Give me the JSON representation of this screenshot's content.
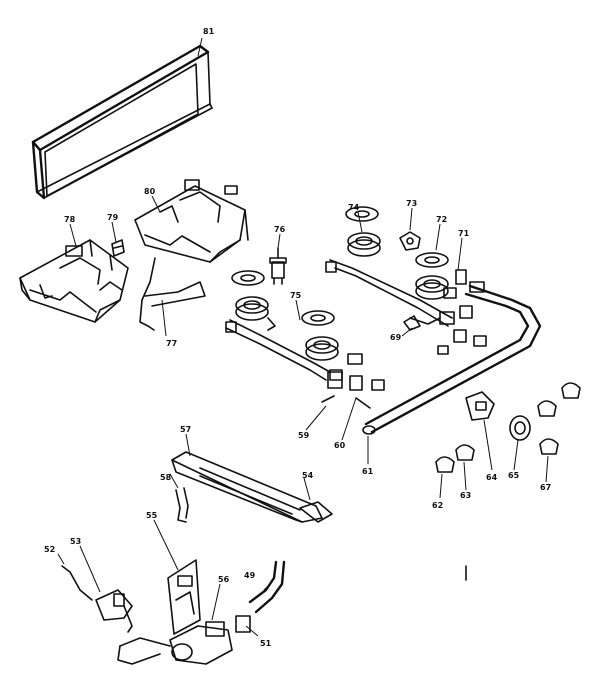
{
  "diagram": {
    "callouts": {
      "c81": "81",
      "c78": "78",
      "c79": "79",
      "c80": "80",
      "c76": "76",
      "c74": "74",
      "c73": "73",
      "c72": "72",
      "c71": "71",
      "c75": "75",
      "c77": "77",
      "c69": "69",
      "c59": "59",
      "c60": "60",
      "c61": "61",
      "c57": "57",
      "c58": "58",
      "c54": "54",
      "c55": "55",
      "c52": "52",
      "c53": "53",
      "c56": "56",
      "c49": "49",
      "c51": "51",
      "c62": "62",
      "c63": "63",
      "c64": "64",
      "c65": "65",
      "c67": "67"
    }
  }
}
